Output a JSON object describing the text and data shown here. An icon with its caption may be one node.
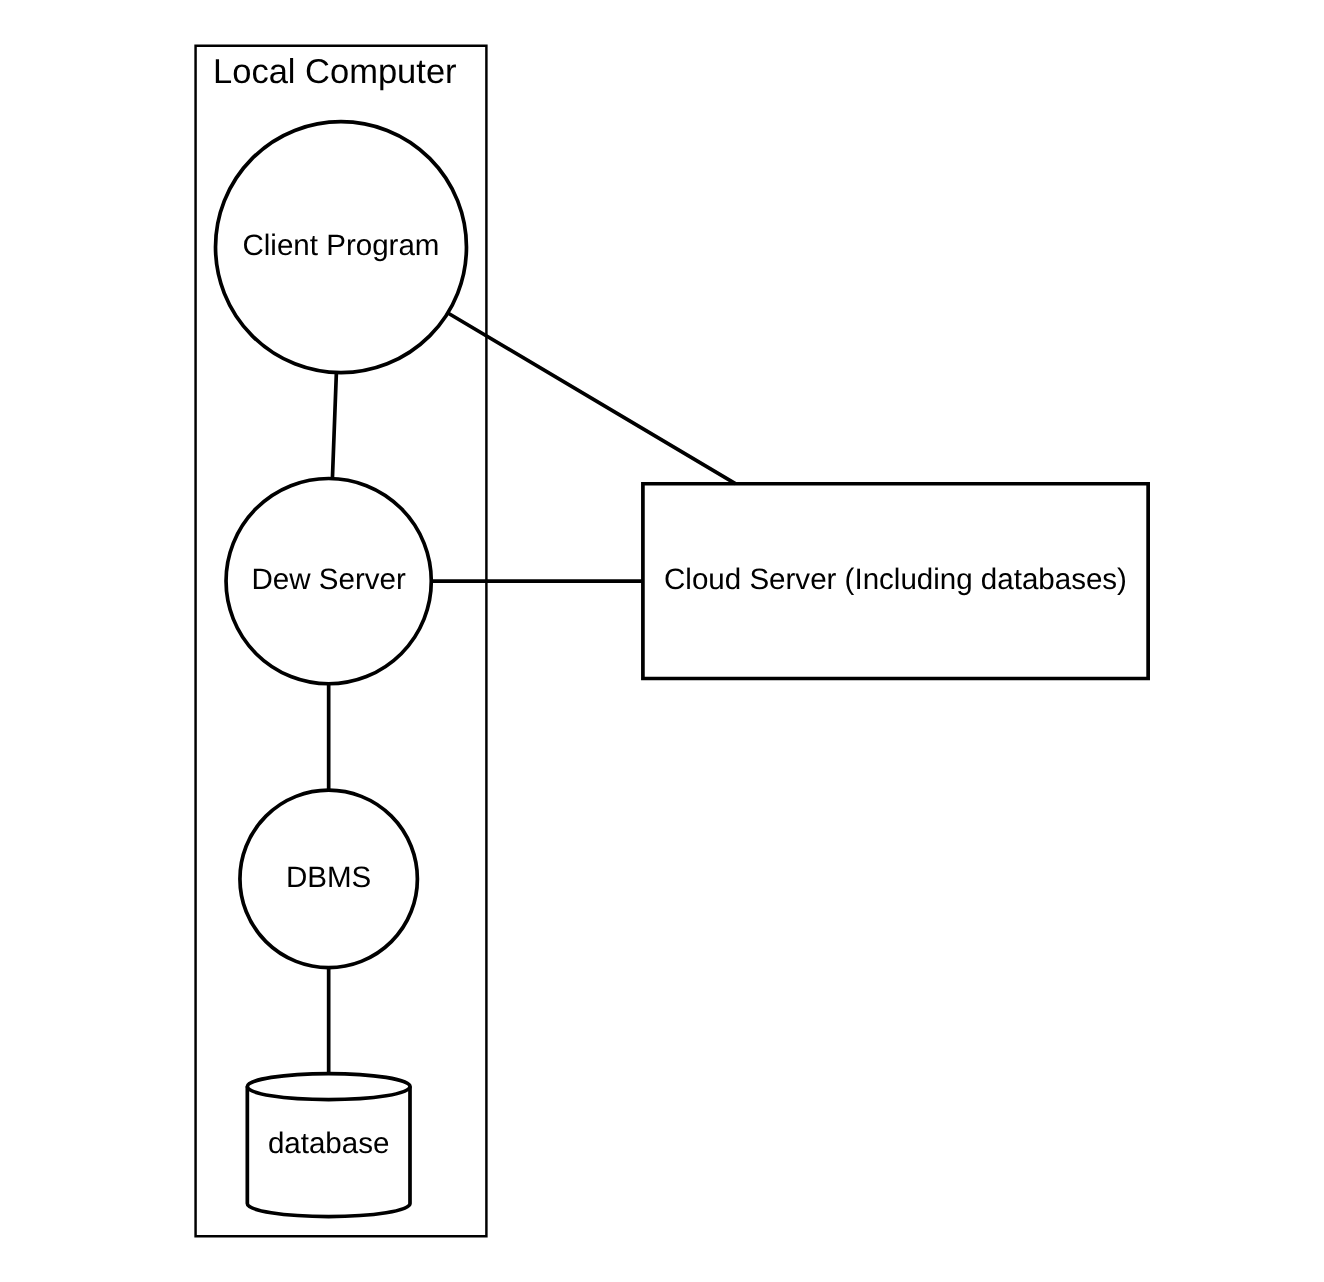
{
  "diagram": {
    "nodes": [
      {
        "text": [
          "Local Computer"
        ]
      },
      {
        "text": [
          "Client Program"
        ],
        "in": 0
      },
      {
        "text": [
          "Dew Server"
        ],
        "in": 0
      },
      {
        "text": [
          "DBMS"
        ],
        "in": 0
      },
      {
        "text": [
          "database"
        ],
        "in": 0
      },
      {
        "text": [
          "Cloud Server (Including databases)"
        ]
      }
    ],
    "edges": [
      {
        "from": 1,
        "to": 2,
        "arrow": "none"
      },
      {
        "from": 2,
        "to": 3,
        "arrow": "none"
      },
      {
        "from": 3,
        "to": 4,
        "arrow": "none"
      },
      {
        "from": 1,
        "to": 5,
        "arrow": "none"
      },
      {
        "from": 2,
        "to": 5,
        "arrow": "none"
      }
    ]
  }
}
